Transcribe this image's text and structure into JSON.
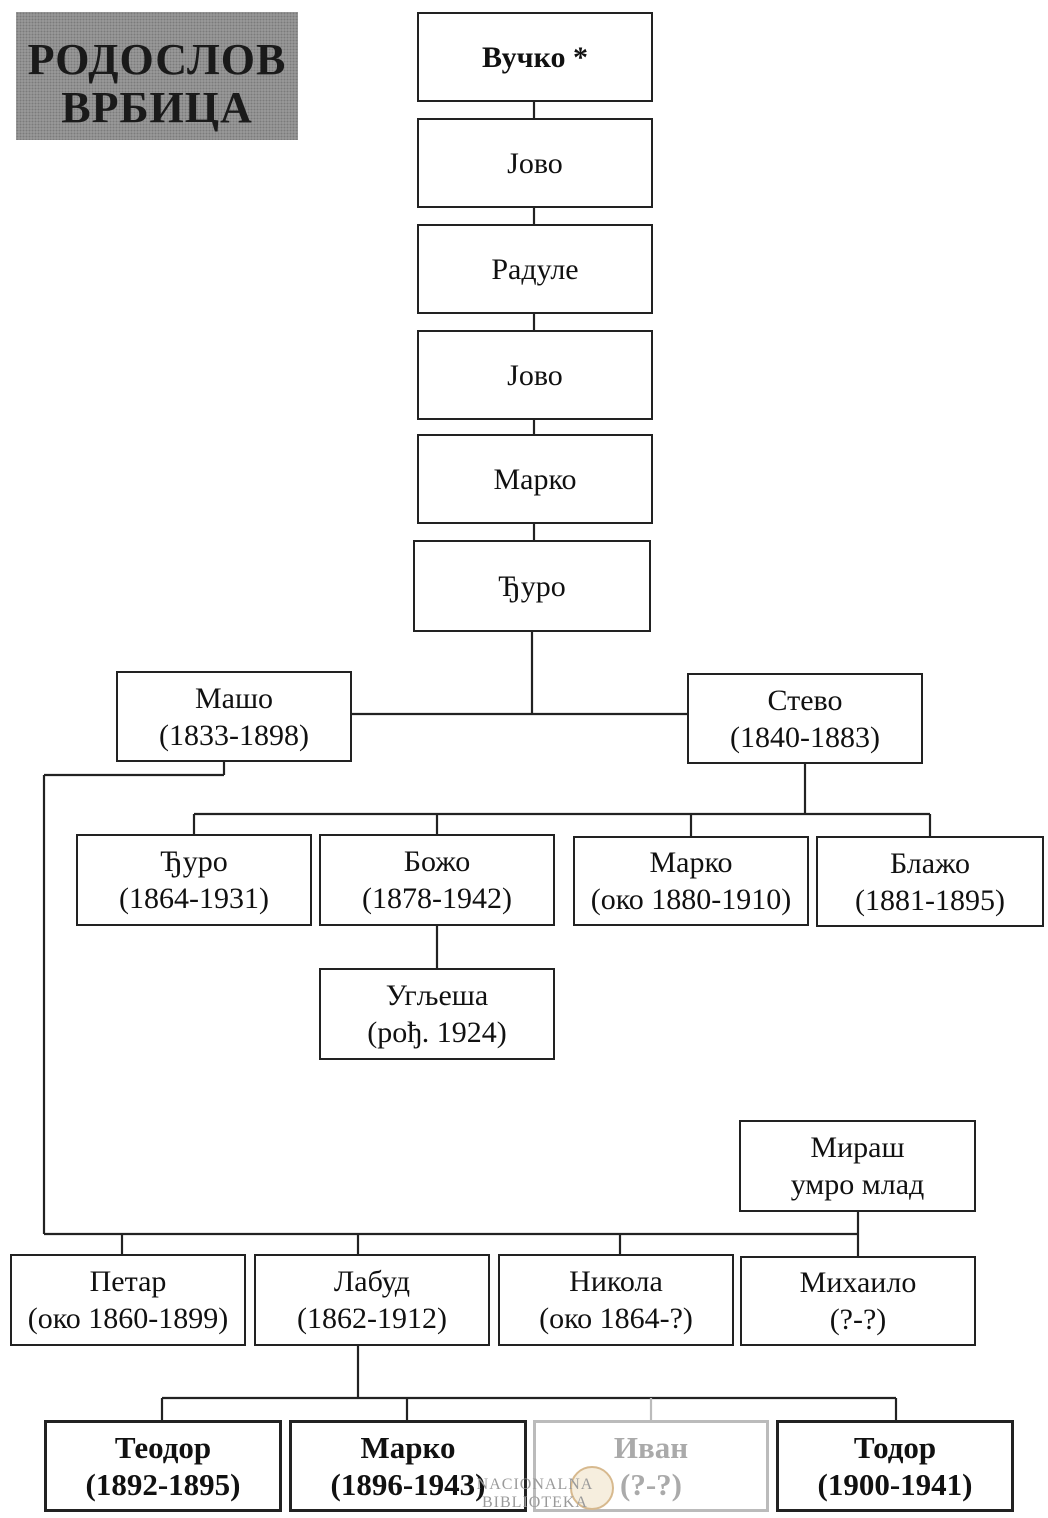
{
  "title": {
    "line1": "РОДОСЛОВ",
    "line2": "ВРБИЦА"
  },
  "nodes": {
    "vucko": {
      "line1": "Вучко *",
      "line2": ""
    },
    "jovo1": {
      "line1": "Јово",
      "line2": ""
    },
    "radule": {
      "line1": "Радуле",
      "line2": ""
    },
    "jovo2": {
      "line1": "Јово",
      "line2": ""
    },
    "marko1": {
      "line1": "Марко",
      "line2": ""
    },
    "djuro1": {
      "line1": "Ђуро",
      "line2": ""
    },
    "masho": {
      "line1": "Машо",
      "line2": "(1833-1898)"
    },
    "stevo": {
      "line1": "Стево",
      "line2": "(1840-1883)"
    },
    "djuro2": {
      "line1": "Ђуро",
      "line2": "(1864-1931)"
    },
    "bozho": {
      "line1": "Божо",
      "line2": "(1878-1942)"
    },
    "marko2": {
      "line1": "Марко",
      "line2": "(око 1880-1910)"
    },
    "blazho": {
      "line1": "Блажо",
      "line2": "(1881-1895)"
    },
    "ugljesha": {
      "line1": "Угљеша",
      "line2": "(рођ. 1924)"
    },
    "mirash": {
      "line1": "Мираш",
      "line2": "умро млад"
    },
    "petar": {
      "line1": "Петар",
      "line2": "(око 1860-1899)"
    },
    "labud": {
      "line1": "Лабуд",
      "line2": "(1862-1912)"
    },
    "nikola": {
      "line1": "Никола",
      "line2": "(око 1864-?)"
    },
    "mihailo": {
      "line1": "Михаило",
      "line2": "(?-?)"
    },
    "teodor": {
      "line1": "Теодор",
      "line2": "(1892-1895)"
    },
    "marko3": {
      "line1": "Марко",
      "line2": "(1896-1943)"
    },
    "ivan": {
      "line1": "Иван",
      "line2": "(?-?)"
    },
    "todor": {
      "line1": "Тодор",
      "line2": "(1900-1941)"
    }
  },
  "watermark": {
    "line1": "NACIONALNA",
    "line2": "BIBLIOTEKA"
  }
}
